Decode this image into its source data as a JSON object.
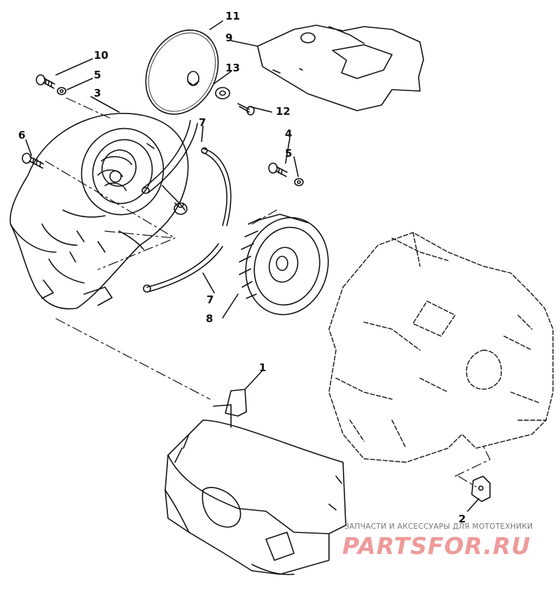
{
  "callouts": [
    "11",
    "9",
    "10",
    "5",
    "13",
    "3",
    "12",
    "6",
    "7",
    "4",
    "5",
    "7",
    "8",
    "1",
    "2"
  ],
  "watermark": {
    "tagline": "ЗАПЧАСТИ И АКСЕССУАРЫ ДЛЯ МОТОТЕХНИКИ",
    "logo": "PARTSFOR.RU"
  }
}
